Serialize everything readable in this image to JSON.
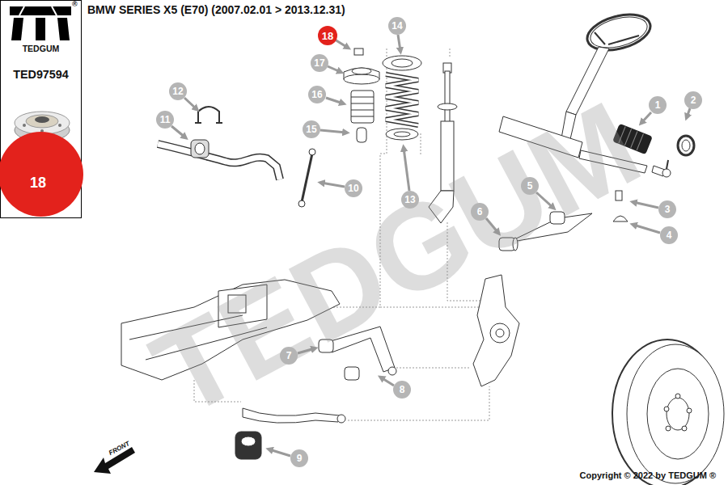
{
  "diagram": {
    "title": "BMW SERIES X5 (E70) (2007.02.01 > 2013.12.31)",
    "nodes": [
      {
        "text": [
          "TEDGUM",
          "TED97594"
        ]
      },
      {
        "text": [
          "18"
        ],
        "in": 0
      },
      {
        "text": [
          "18"
        ]
      },
      {
        "text": [
          "1"
        ]
      },
      {
        "text": [
          "2"
        ]
      },
      {
        "text": [
          "3"
        ]
      },
      {
        "text": [
          "4"
        ]
      },
      {
        "text": [
          "5"
        ]
      },
      {
        "text": [
          "6"
        ]
      },
      {
        "text": [
          "7"
        ]
      },
      {
        "text": [
          "8"
        ]
      },
      {
        "text": [
          "9"
        ]
      },
      {
        "text": [
          "10"
        ]
      },
      {
        "text": [
          "11"
        ]
      },
      {
        "text": [
          "12"
        ]
      },
      {
        "text": [
          "13"
        ]
      },
      {
        "text": [
          "14"
        ]
      },
      {
        "text": [
          "15"
        ]
      },
      {
        "text": [
          "16"
        ]
      },
      {
        "text": [
          "17"
        ]
      }
    ],
    "labels": [
      "®",
      "FRONT",
      "Copyright © 2022 by TEDGUM ®",
      "TEDGUM"
    ]
  }
}
